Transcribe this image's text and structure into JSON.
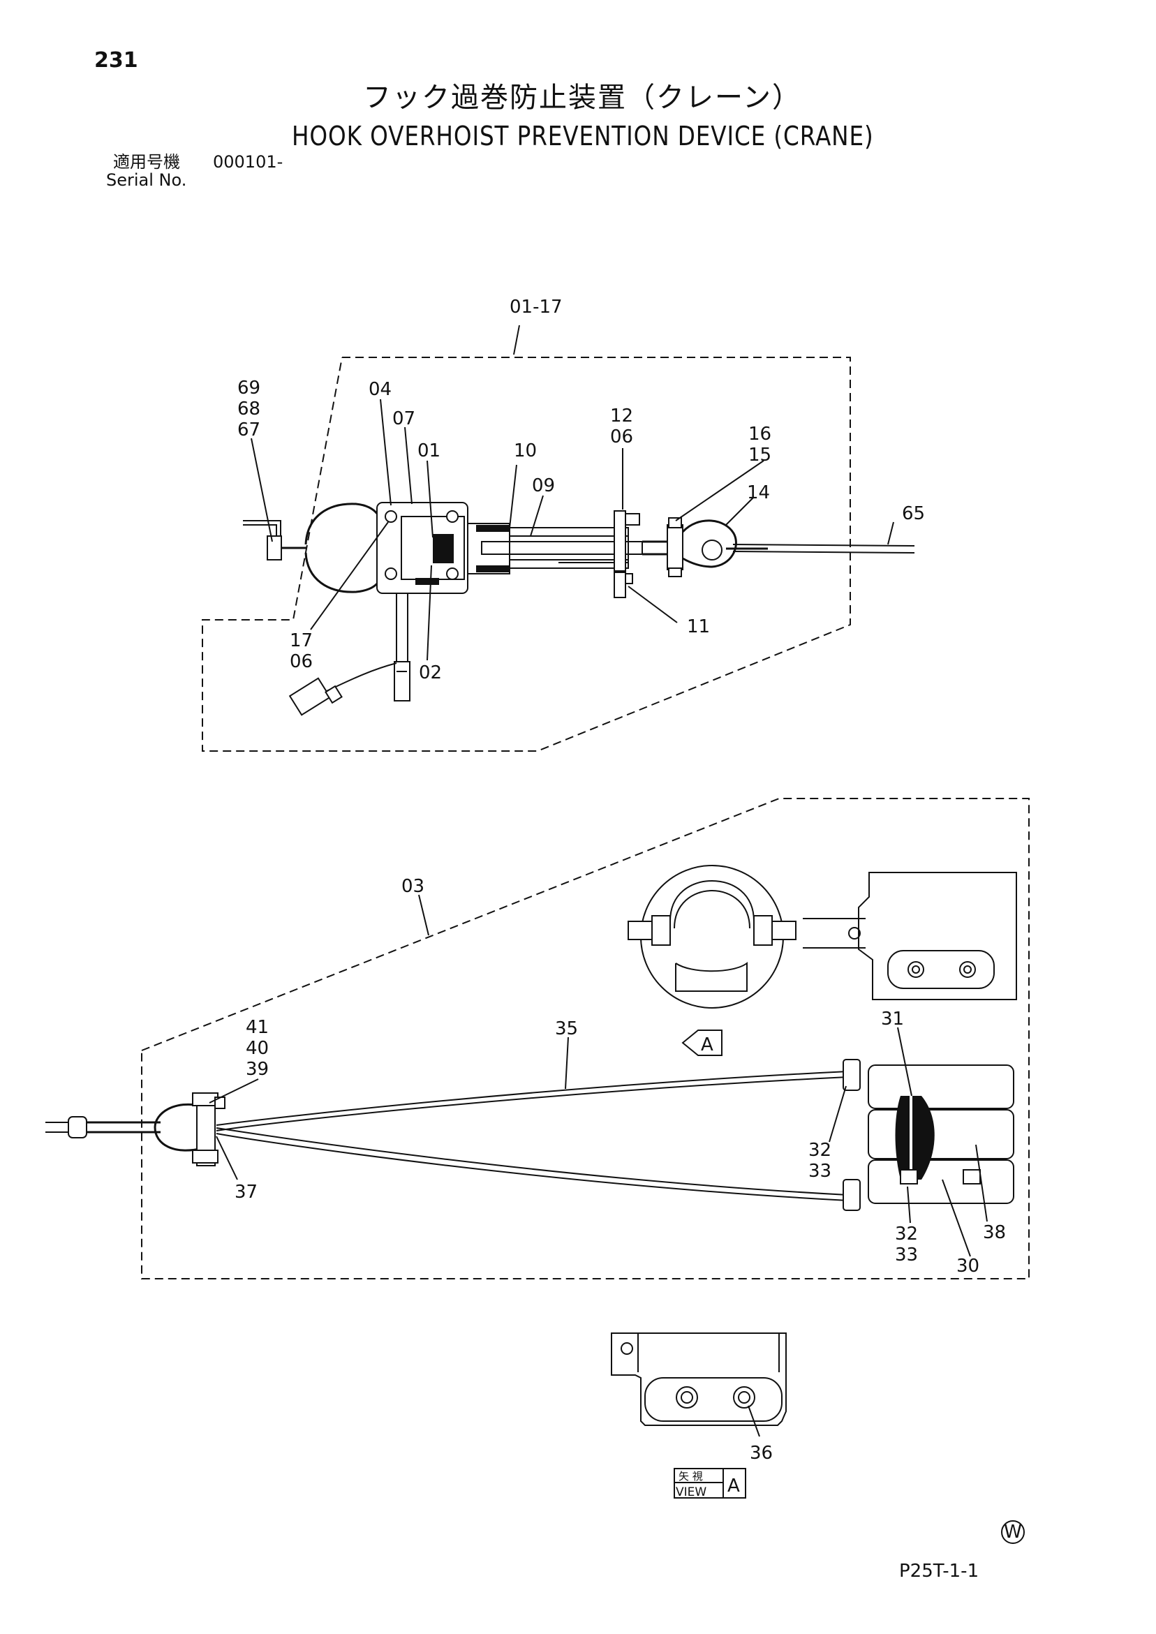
{
  "header": {
    "page_number": "231",
    "title_jp": "フック過巻防止装置（クレーン）",
    "title_en": "HOOK OVERHOIST PREVENTION DEVICE (CRANE)",
    "serial_label_jp": "適用号機",
    "serial_value": "000101-",
    "serial_label_en": "Serial No."
  },
  "diagram_top": {
    "group_label": "01-17",
    "callouts": [
      "69",
      "68",
      "67",
      "04",
      "07",
      "01",
      "10",
      "09",
      "12",
      "06",
      "16",
      "15",
      "14",
      "65",
      "11",
      "02",
      "17",
      "06"
    ]
  },
  "diagram_bottom": {
    "group_label": "03",
    "callouts": [
      "41",
      "40",
      "39",
      "37",
      "35",
      "31",
      "32",
      "33",
      "32",
      "33",
      "30",
      "38"
    ],
    "arrow_label": "A"
  },
  "view_a": {
    "callout": "36",
    "view_label_jp": "矢 視",
    "view_label_en": "VIEW",
    "view_letter": "A"
  },
  "footer": {
    "mark": "W",
    "code": "P25T-1-1"
  }
}
